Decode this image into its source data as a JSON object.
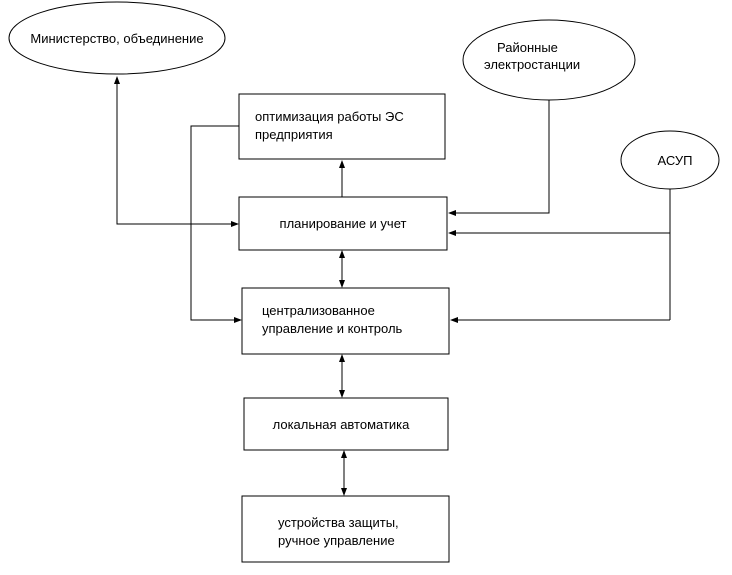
{
  "diagram": {
    "nodes": {
      "ministry": {
        "shape": "ellipse",
        "lines": [
          "Министерство, объединение"
        ]
      },
      "district_plants": {
        "shape": "ellipse",
        "lines": [
          "Районные",
          "электростанции"
        ]
      },
      "asup": {
        "shape": "ellipse",
        "lines": [
          "АСУП"
        ]
      },
      "optimization": {
        "shape": "rect",
        "lines": [
          "оптимизация работы ЭС",
          "предприятия"
        ]
      },
      "planning": {
        "shape": "rect",
        "lines": [
          "планирование и учет"
        ]
      },
      "central_control": {
        "shape": "rect",
        "lines": [
          "централизованное",
          "управление и контроль"
        ]
      },
      "local_automation": {
        "shape": "rect",
        "lines": [
          "локальная автоматика"
        ]
      },
      "protection": {
        "shape": "rect",
        "lines": [
          "устройства защиты,",
          "ручное управление"
        ]
      }
    },
    "edges": [
      {
        "id": "planning-to-ministry",
        "from": "planning",
        "to": "ministry",
        "arrows": "both"
      },
      {
        "id": "plants-to-planning",
        "from": "district_plants",
        "to": "planning",
        "arrows": "end"
      },
      {
        "id": "asup-to-planning",
        "from": "asup",
        "to": "planning",
        "arrows": "end"
      },
      {
        "id": "asup-to-central",
        "from": "asup",
        "to": "central_control",
        "arrows": "end"
      },
      {
        "id": "optimization-to-central",
        "from": "optimization",
        "to": "central_control",
        "arrows": "end"
      },
      {
        "id": "planning-to-optimization",
        "from": "planning",
        "to": "optimization",
        "arrows": "end"
      },
      {
        "id": "planning-central",
        "from": "planning",
        "to": "central_control",
        "arrows": "both"
      },
      {
        "id": "central-local",
        "from": "central_control",
        "to": "local_automation",
        "arrows": "both"
      },
      {
        "id": "local-protection",
        "from": "local_automation",
        "to": "protection",
        "arrows": "both"
      }
    ]
  }
}
